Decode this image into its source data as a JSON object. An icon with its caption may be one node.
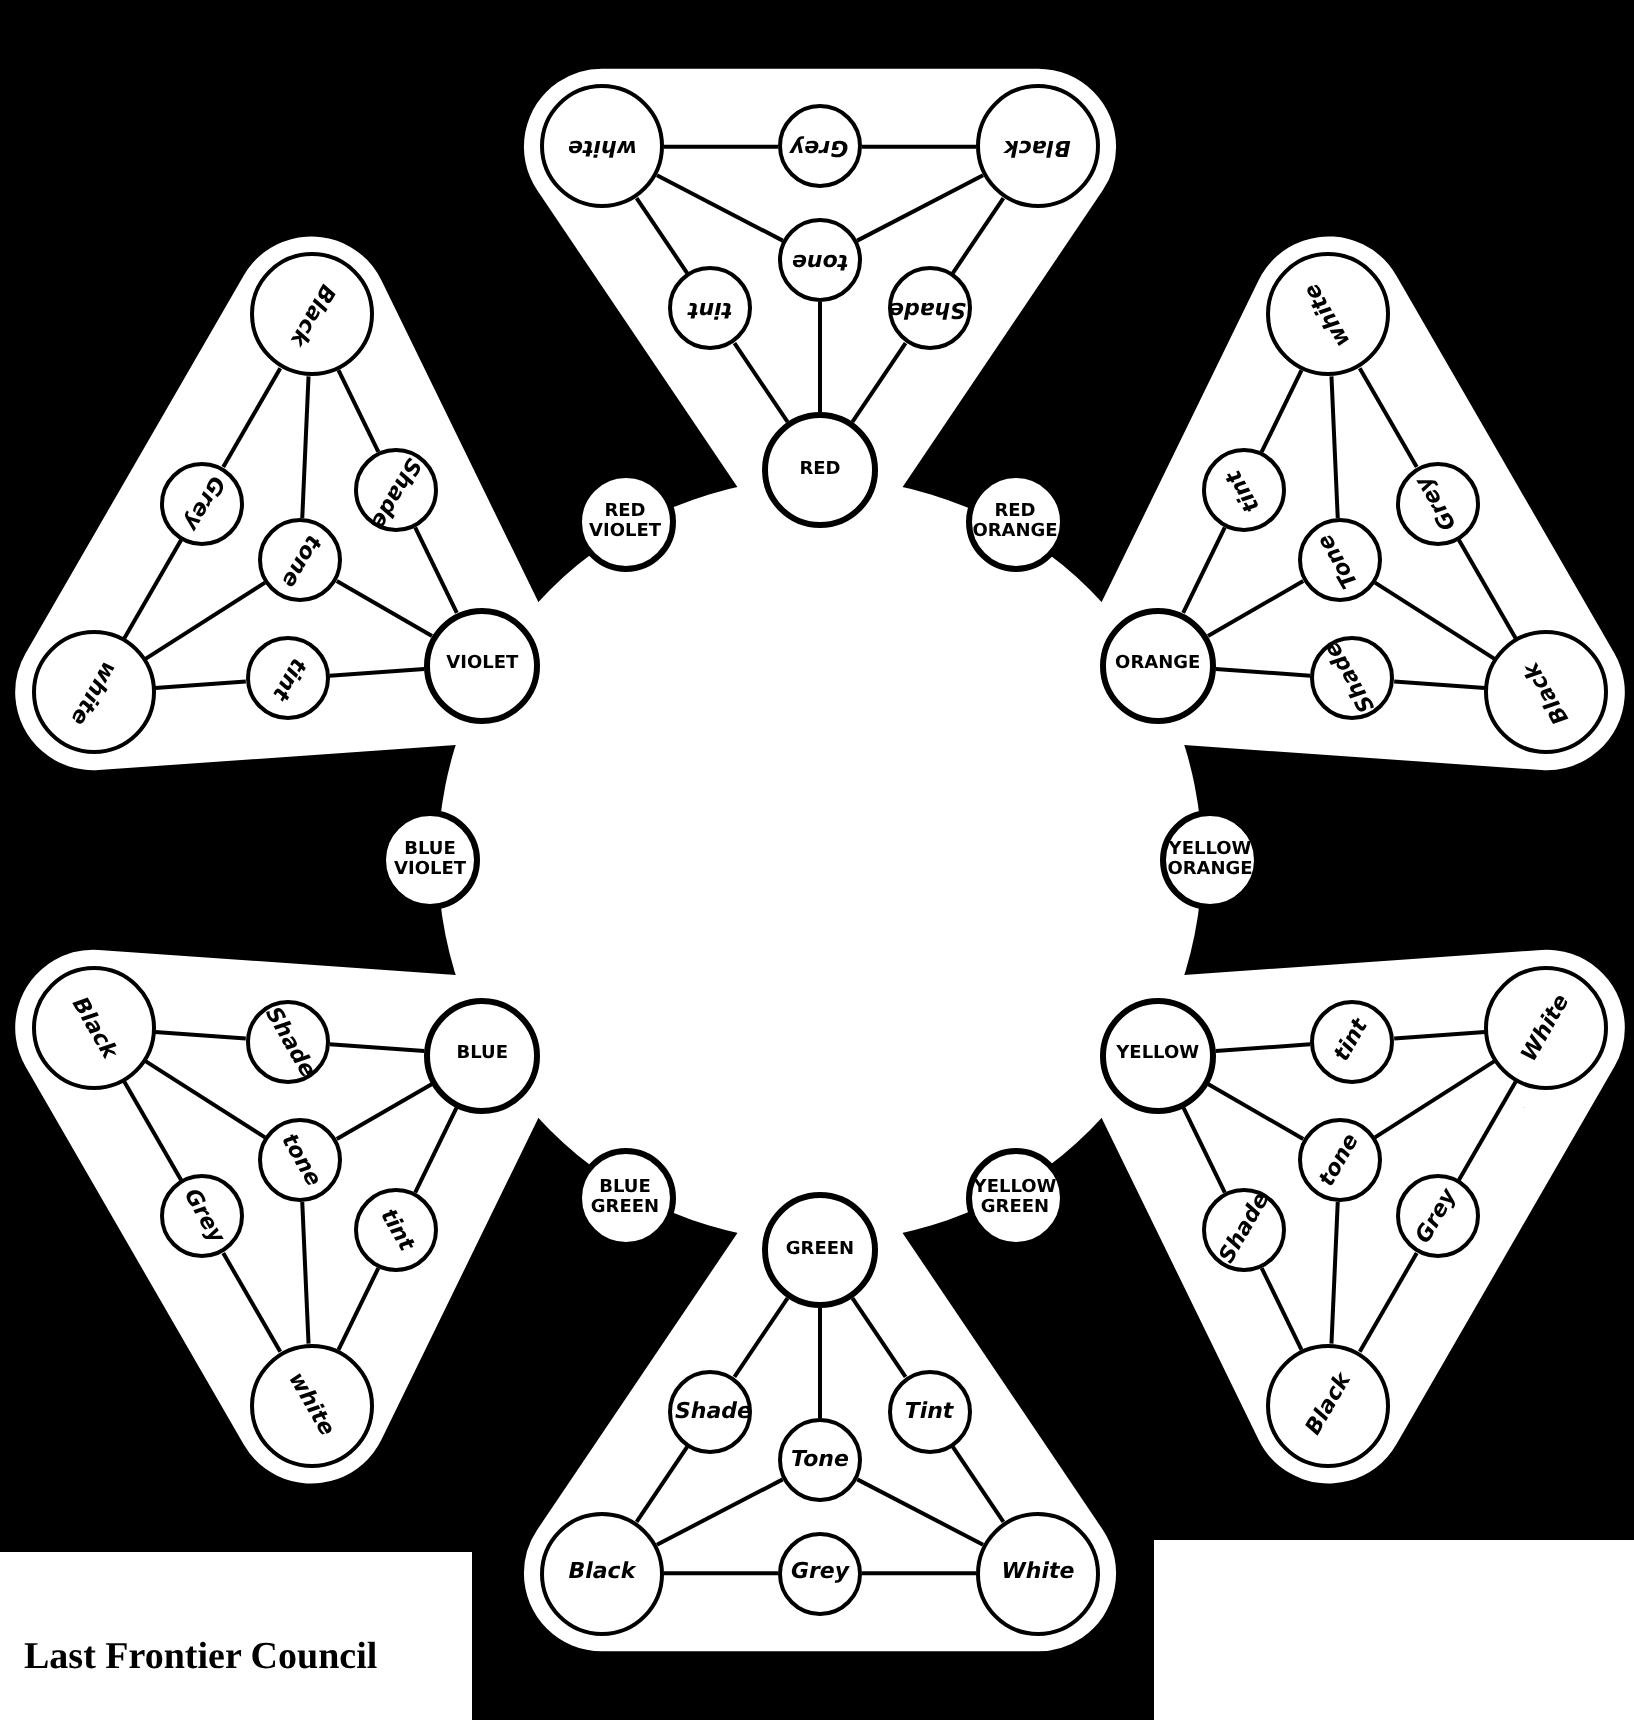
{
  "diagram": {
    "nodes": [
      {
        "text": [
          "RED"
        ]
      },
      {
        "text": [
          "RED ORANGE"
        ]
      },
      {
        "text": [
          "ORANGE"
        ]
      },
      {
        "text": [
          "YELLOW ORANGE"
        ]
      },
      {
        "text": [
          "YELLOW"
        ]
      },
      {
        "text": [
          "YELLOW GREEN"
        ]
      },
      {
        "text": [
          "GREEN"
        ]
      },
      {
        "text": [
          "BLUE GREEN"
        ]
      },
      {
        "text": [
          "BLUE"
        ]
      },
      {
        "text": [
          "BLUE VIOLET"
        ]
      },
      {
        "text": [
          "VIOLET"
        ]
      },
      {
        "text": [
          "RED VIOLET"
        ]
      },
      {
        "text": [
          "tint"
        ]
      },
      {
        "text": [
          "tone"
        ]
      },
      {
        "text": [
          "Shade"
        ]
      },
      {
        "text": [
          "white"
        ]
      },
      {
        "text": [
          "Grey"
        ]
      },
      {
        "text": [
          "Black"
        ]
      },
      {
        "text": [
          "tint"
        ]
      },
      {
        "text": [
          "Tone"
        ]
      },
      {
        "text": [
          "Shade"
        ]
      },
      {
        "text": [
          "white"
        ]
      },
      {
        "text": [
          "Grey"
        ]
      },
      {
        "text": [
          "Black"
        ]
      },
      {
        "text": [
          "tint"
        ]
      },
      {
        "text": [
          "tone"
        ]
      },
      {
        "text": [
          "Shade"
        ]
      },
      {
        "text": [
          "White"
        ]
      },
      {
        "text": [
          "Grey"
        ]
      },
      {
        "text": [
          "Black"
        ]
      },
      {
        "text": [
          "Tint"
        ]
      },
      {
        "text": [
          "Tone"
        ]
      },
      {
        "text": [
          "Shade"
        ]
      },
      {
        "text": [
          "White"
        ]
      },
      {
        "text": [
          "Grey"
        ]
      },
      {
        "text": [
          "Black"
        ]
      },
      {
        "text": [
          "tint"
        ]
      },
      {
        "text": [
          "tone"
        ]
      },
      {
        "text": [
          "Shade"
        ]
      },
      {
        "text": [
          "white"
        ]
      },
      {
        "text": [
          "Grey"
        ]
      },
      {
        "text": [
          "Black"
        ]
      },
      {
        "text": [
          "tint"
        ]
      },
      {
        "text": [
          "tone"
        ]
      },
      {
        "text": [
          "Shade"
        ]
      },
      {
        "text": [
          "white"
        ]
      },
      {
        "text": [
          "Grey"
        ]
      },
      {
        "text": [
          "Black"
        ]
      }
    ],
    "edges": [
      {
        "from": 0,
        "to": 12,
        "arrow": "none"
      },
      {
        "from": 12,
        "to": 15,
        "arrow": "none"
      },
      {
        "from": 0,
        "to": 14,
        "arrow": "none"
      },
      {
        "from": 14,
        "to": 17,
        "arrow": "none"
      },
      {
        "from": 15,
        "to": 16,
        "arrow": "none"
      },
      {
        "from": 16,
        "to": 17,
        "arrow": "none"
      },
      {
        "from": 0,
        "to": 13,
        "arrow": "none"
      },
      {
        "from": 13,
        "to": 15,
        "arrow": "none"
      },
      {
        "from": 13,
        "to": 17,
        "arrow": "none"
      },
      {
        "from": 2,
        "to": 18,
        "arrow": "none"
      },
      {
        "from": 18,
        "to": 21,
        "arrow": "none"
      },
      {
        "from": 2,
        "to": 20,
        "arrow": "none"
      },
      {
        "from": 20,
        "to": 23,
        "arrow": "none"
      },
      {
        "from": 21,
        "to": 22,
        "arrow": "none"
      },
      {
        "from": 22,
        "to": 23,
        "arrow": "none"
      },
      {
        "from": 2,
        "to": 19,
        "arrow": "none"
      },
      {
        "from": 19,
        "to": 21,
        "arrow": "none"
      },
      {
        "from": 19,
        "to": 23,
        "arrow": "none"
      },
      {
        "from": 4,
        "to": 24,
        "arrow": "none"
      },
      {
        "from": 24,
        "to": 27,
        "arrow": "none"
      },
      {
        "from": 4,
        "to": 26,
        "arrow": "none"
      },
      {
        "from": 26,
        "to": 29,
        "arrow": "none"
      },
      {
        "from": 27,
        "to": 28,
        "arrow": "none"
      },
      {
        "from": 28,
        "to": 29,
        "arrow": "none"
      },
      {
        "from": 4,
        "to": 25,
        "arrow": "none"
      },
      {
        "from": 25,
        "to": 27,
        "arrow": "none"
      },
      {
        "from": 25,
        "to": 29,
        "arrow": "none"
      },
      {
        "from": 6,
        "to": 30,
        "arrow": "none"
      },
      {
        "from": 30,
        "to": 33,
        "arrow": "none"
      },
      {
        "from": 6,
        "to": 32,
        "arrow": "none"
      },
      {
        "from": 32,
        "to": 35,
        "arrow": "none"
      },
      {
        "from": 33,
        "to": 34,
        "arrow": "none"
      },
      {
        "from": 34,
        "to": 35,
        "arrow": "none"
      },
      {
        "from": 6,
        "to": 31,
        "arrow": "none"
      },
      {
        "from": 31,
        "to": 33,
        "arrow": "none"
      },
      {
        "from": 31,
        "to": 35,
        "arrow": "none"
      },
      {
        "from": 8,
        "to": 36,
        "arrow": "none"
      },
      {
        "from": 36,
        "to": 39,
        "arrow": "none"
      },
      {
        "from": 8,
        "to": 38,
        "arrow": "none"
      },
      {
        "from": 38,
        "to": 41,
        "arrow": "none"
      },
      {
        "from": 39,
        "to": 40,
        "arrow": "none"
      },
      {
        "from": 40,
        "to": 41,
        "arrow": "none"
      },
      {
        "from": 8,
        "to": 37,
        "arrow": "none"
      },
      {
        "from": 37,
        "to": 39,
        "arrow": "none"
      },
      {
        "from": 37,
        "to": 41,
        "arrow": "none"
      },
      {
        "from": 10,
        "to": 42,
        "arrow": "none"
      },
      {
        "from": 42,
        "to": 45,
        "arrow": "none"
      },
      {
        "from": 10,
        "to": 44,
        "arrow": "none"
      },
      {
        "from": 44,
        "to": 47,
        "arrow": "none"
      },
      {
        "from": 45,
        "to": 46,
        "arrow": "none"
      },
      {
        "from": 46,
        "to": 47,
        "arrow": "none"
      },
      {
        "from": 10,
        "to": 43,
        "arrow": "none"
      },
      {
        "from": 43,
        "to": 45,
        "arrow": "none"
      },
      {
        "from": 43,
        "to": 47,
        "arrow": "none"
      }
    ],
    "labels": [
      "Last Frontier Council"
    ]
  }
}
